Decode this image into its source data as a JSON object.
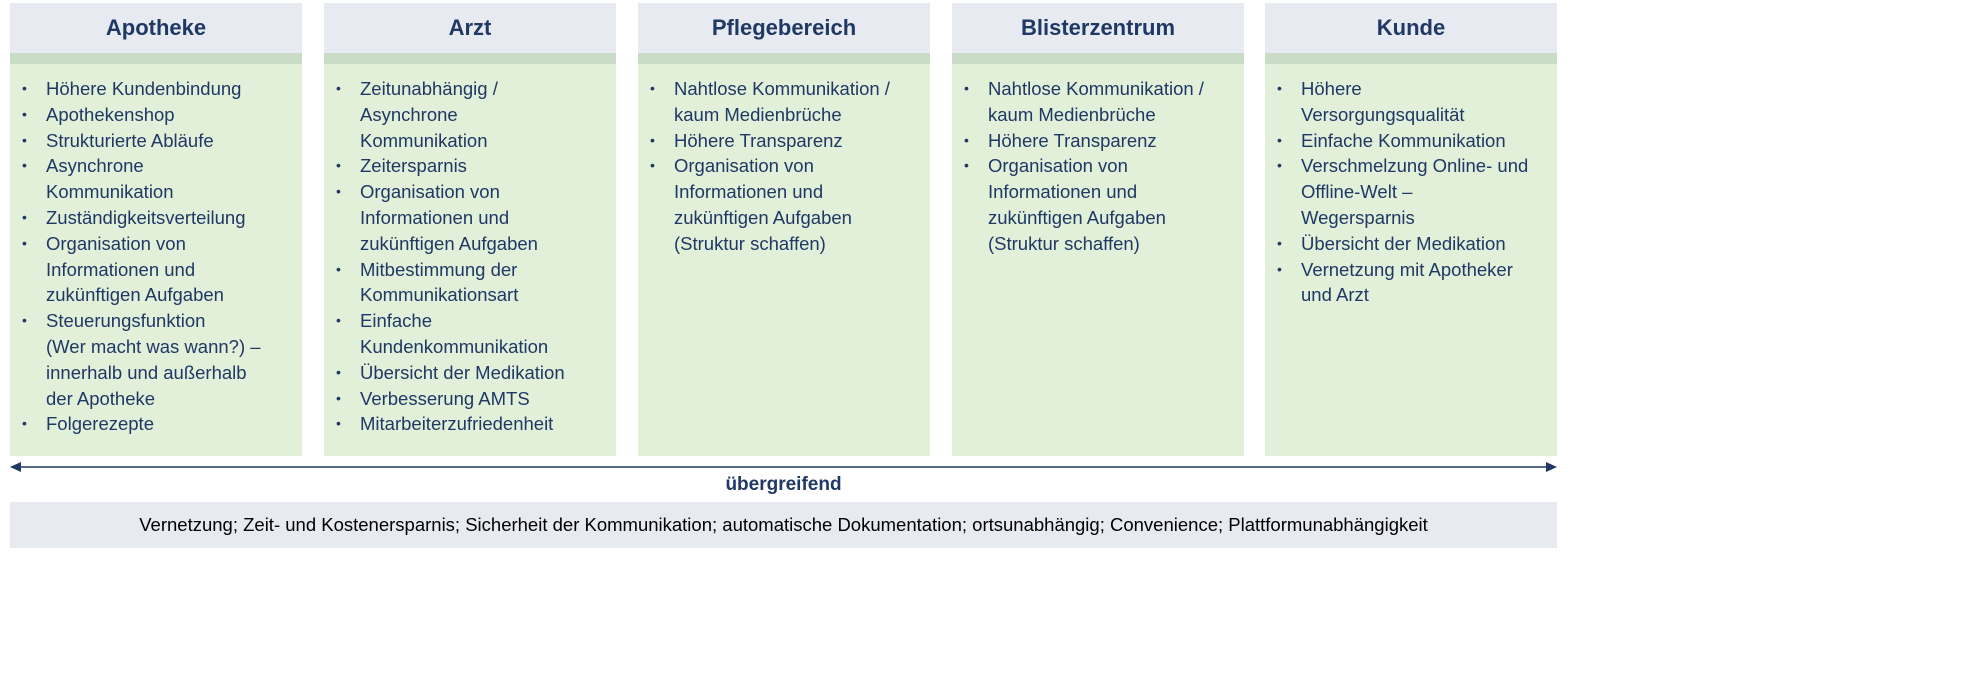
{
  "columns": [
    {
      "title": "Apotheke",
      "items": [
        [
          "Höhere Kundenbindung"
        ],
        [
          "Apothekenshop"
        ],
        [
          "Strukturierte Abläufe"
        ],
        [
          "Asynchrone",
          "Kommunikation"
        ],
        [
          "Zuständigkeitsverteilung"
        ],
        [
          "Organisation von",
          "Informationen und",
          "zukünftigen Aufgaben"
        ],
        [
          "Steuerungsfunktion",
          "(Wer macht was wann?) –",
          "innerhalb und außerhalb",
          "der Apotheke"
        ],
        [
          "Folgerezepte"
        ]
      ]
    },
    {
      "title": "Arzt",
      "items": [
        [
          "Zeitunabhängig /",
          "Asynchrone",
          "Kommunikation"
        ],
        [
          "Zeitersparnis"
        ],
        [
          "Organisation von",
          "Informationen und",
          "zukünftigen Aufgaben"
        ],
        [
          "Mitbestimmung der",
          "Kommunikationsart"
        ],
        [
          "Einfache",
          "Kundenkommunikation"
        ],
        [
          "Übersicht der Medikation"
        ],
        [
          "Verbesserung AMTS"
        ],
        [
          "Mitarbeiterzufriedenheit"
        ]
      ]
    },
    {
      "title": "Pflegebereich",
      "items": [
        [
          "Nahtlose Kommunikation /",
          "kaum Medienbrüche"
        ],
        [
          "Höhere Transparenz"
        ],
        [
          "Organisation von",
          "Informationen und",
          "zukünftigen Aufgaben",
          "(Struktur schaffen)"
        ]
      ]
    },
    {
      "title": "Blisterzentrum",
      "items": [
        [
          "Nahtlose Kommunikation /",
          "kaum Medienbrüche"
        ],
        [
          "Höhere Transparenz"
        ],
        [
          "Organisation von",
          "Informationen und",
          "zukünftigen Aufgaben",
          "(Struktur schaffen)"
        ]
      ]
    },
    {
      "title": "Kunde",
      "items": [
        [
          "Höhere",
          "Versorgungsqualität"
        ],
        [
          "Einfache Kommunikation"
        ],
        [
          "Verschmelzung Online- und",
          "Offline-Welt –",
          "Wegersparnis"
        ],
        [
          "Übersicht der Medikation"
        ],
        [
          "Vernetzung mit Apotheker",
          "und Arzt"
        ]
      ]
    }
  ],
  "overall": {
    "label": "übergreifend",
    "text": "Vernetzung; Zeit- und Kostenersparnis; Sicherheit der Kommunikation; automatische Dokumentation; ortsunabhängig; Convenience; Plattformunabhängigkeit"
  },
  "colors": {
    "header_bg": "#e7eaf0",
    "separator": "#c8dcc6",
    "body_bg": "#e2efd9",
    "text": "#1f3864"
  }
}
